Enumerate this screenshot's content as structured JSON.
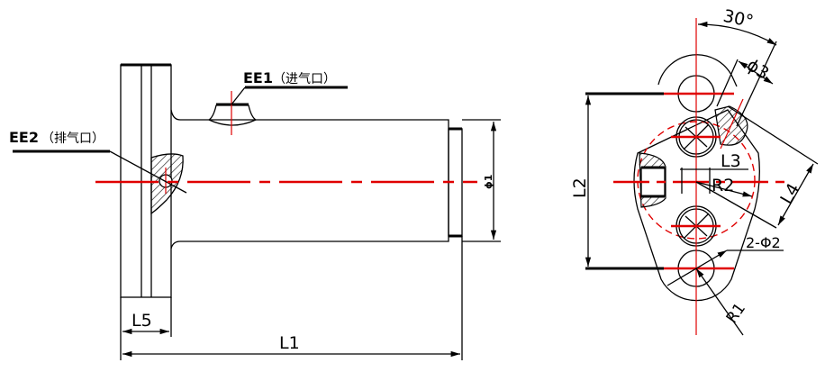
{
  "labels": {
    "ee1": "EE1",
    "ee1_note": "（进气口）",
    "ee2": "EE2",
    "ee2_note": "（排气口）",
    "phi1": "ϕ1",
    "l5": "L5",
    "l1": "L1",
    "l2": "L2",
    "l3": "L3",
    "l4": "L4",
    "r1": "R1",
    "r2": "R2",
    "phi3": "ϕ3",
    "angle": "30°",
    "holes": "2-Φ2"
  },
  "colors": {
    "line": "#000000",
    "centerline": "#e00000"
  }
}
